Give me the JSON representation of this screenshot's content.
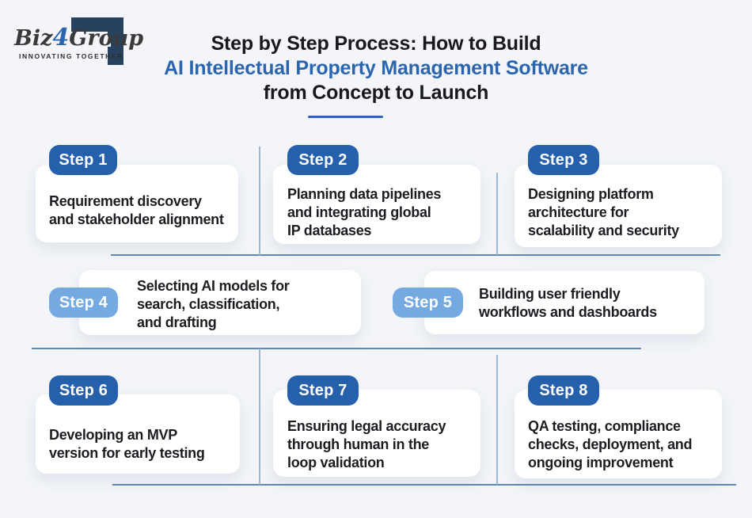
{
  "colors": {
    "background": "#f3f5f8",
    "card": "#ffffff",
    "badge_dark": "#2460ac",
    "badge_light": "#74a9e2",
    "accent_blue": "#2b65af",
    "connector_line": "#5e88b5",
    "divider_line": "#9db8d2",
    "text_dark": "#1b1d21",
    "logo_navy": "#27425f"
  },
  "logo": {
    "brand_prefix": "Biz",
    "brand_number": "4",
    "brand_suffix": "Group",
    "tagline": "INNOVATING TOGETHER"
  },
  "header": {
    "title_line1": "Step by Step Process: How to Build",
    "title_line2": "AI Intellectual Property Management Software",
    "title_line3": "from Concept to Launch"
  },
  "steps": [
    {
      "label": "Step 1",
      "variant": "dark",
      "lines": [
        "Requirement discovery",
        "and stakeholder alignment"
      ]
    },
    {
      "label": "Step 2",
      "variant": "dark",
      "lines": [
        "Planning data pipelines",
        "and integrating global",
        "IP databases"
      ]
    },
    {
      "label": "Step 3",
      "variant": "dark",
      "lines": [
        "Designing platform",
        "architecture for",
        "scalability and security"
      ]
    },
    {
      "label": "Step 4",
      "variant": "light",
      "lines": [
        "Selecting AI models for",
        "search, classification,",
        "and drafting"
      ]
    },
    {
      "label": "Step 5",
      "variant": "light",
      "lines": [
        "Building user friendly",
        "workflows and dashboards"
      ]
    },
    {
      "label": "Step 6",
      "variant": "dark",
      "lines": [
        "Developing an MVP",
        "version for early testing"
      ]
    },
    {
      "label": "Step 7",
      "variant": "dark",
      "lines": [
        "Ensuring legal accuracy",
        "through human in the",
        "loop validation"
      ]
    },
    {
      "label": "Step 8",
      "variant": "dark",
      "lines": [
        "QA testing, compliance",
        "checks, deployment, and",
        "ongoing improvement"
      ]
    }
  ]
}
